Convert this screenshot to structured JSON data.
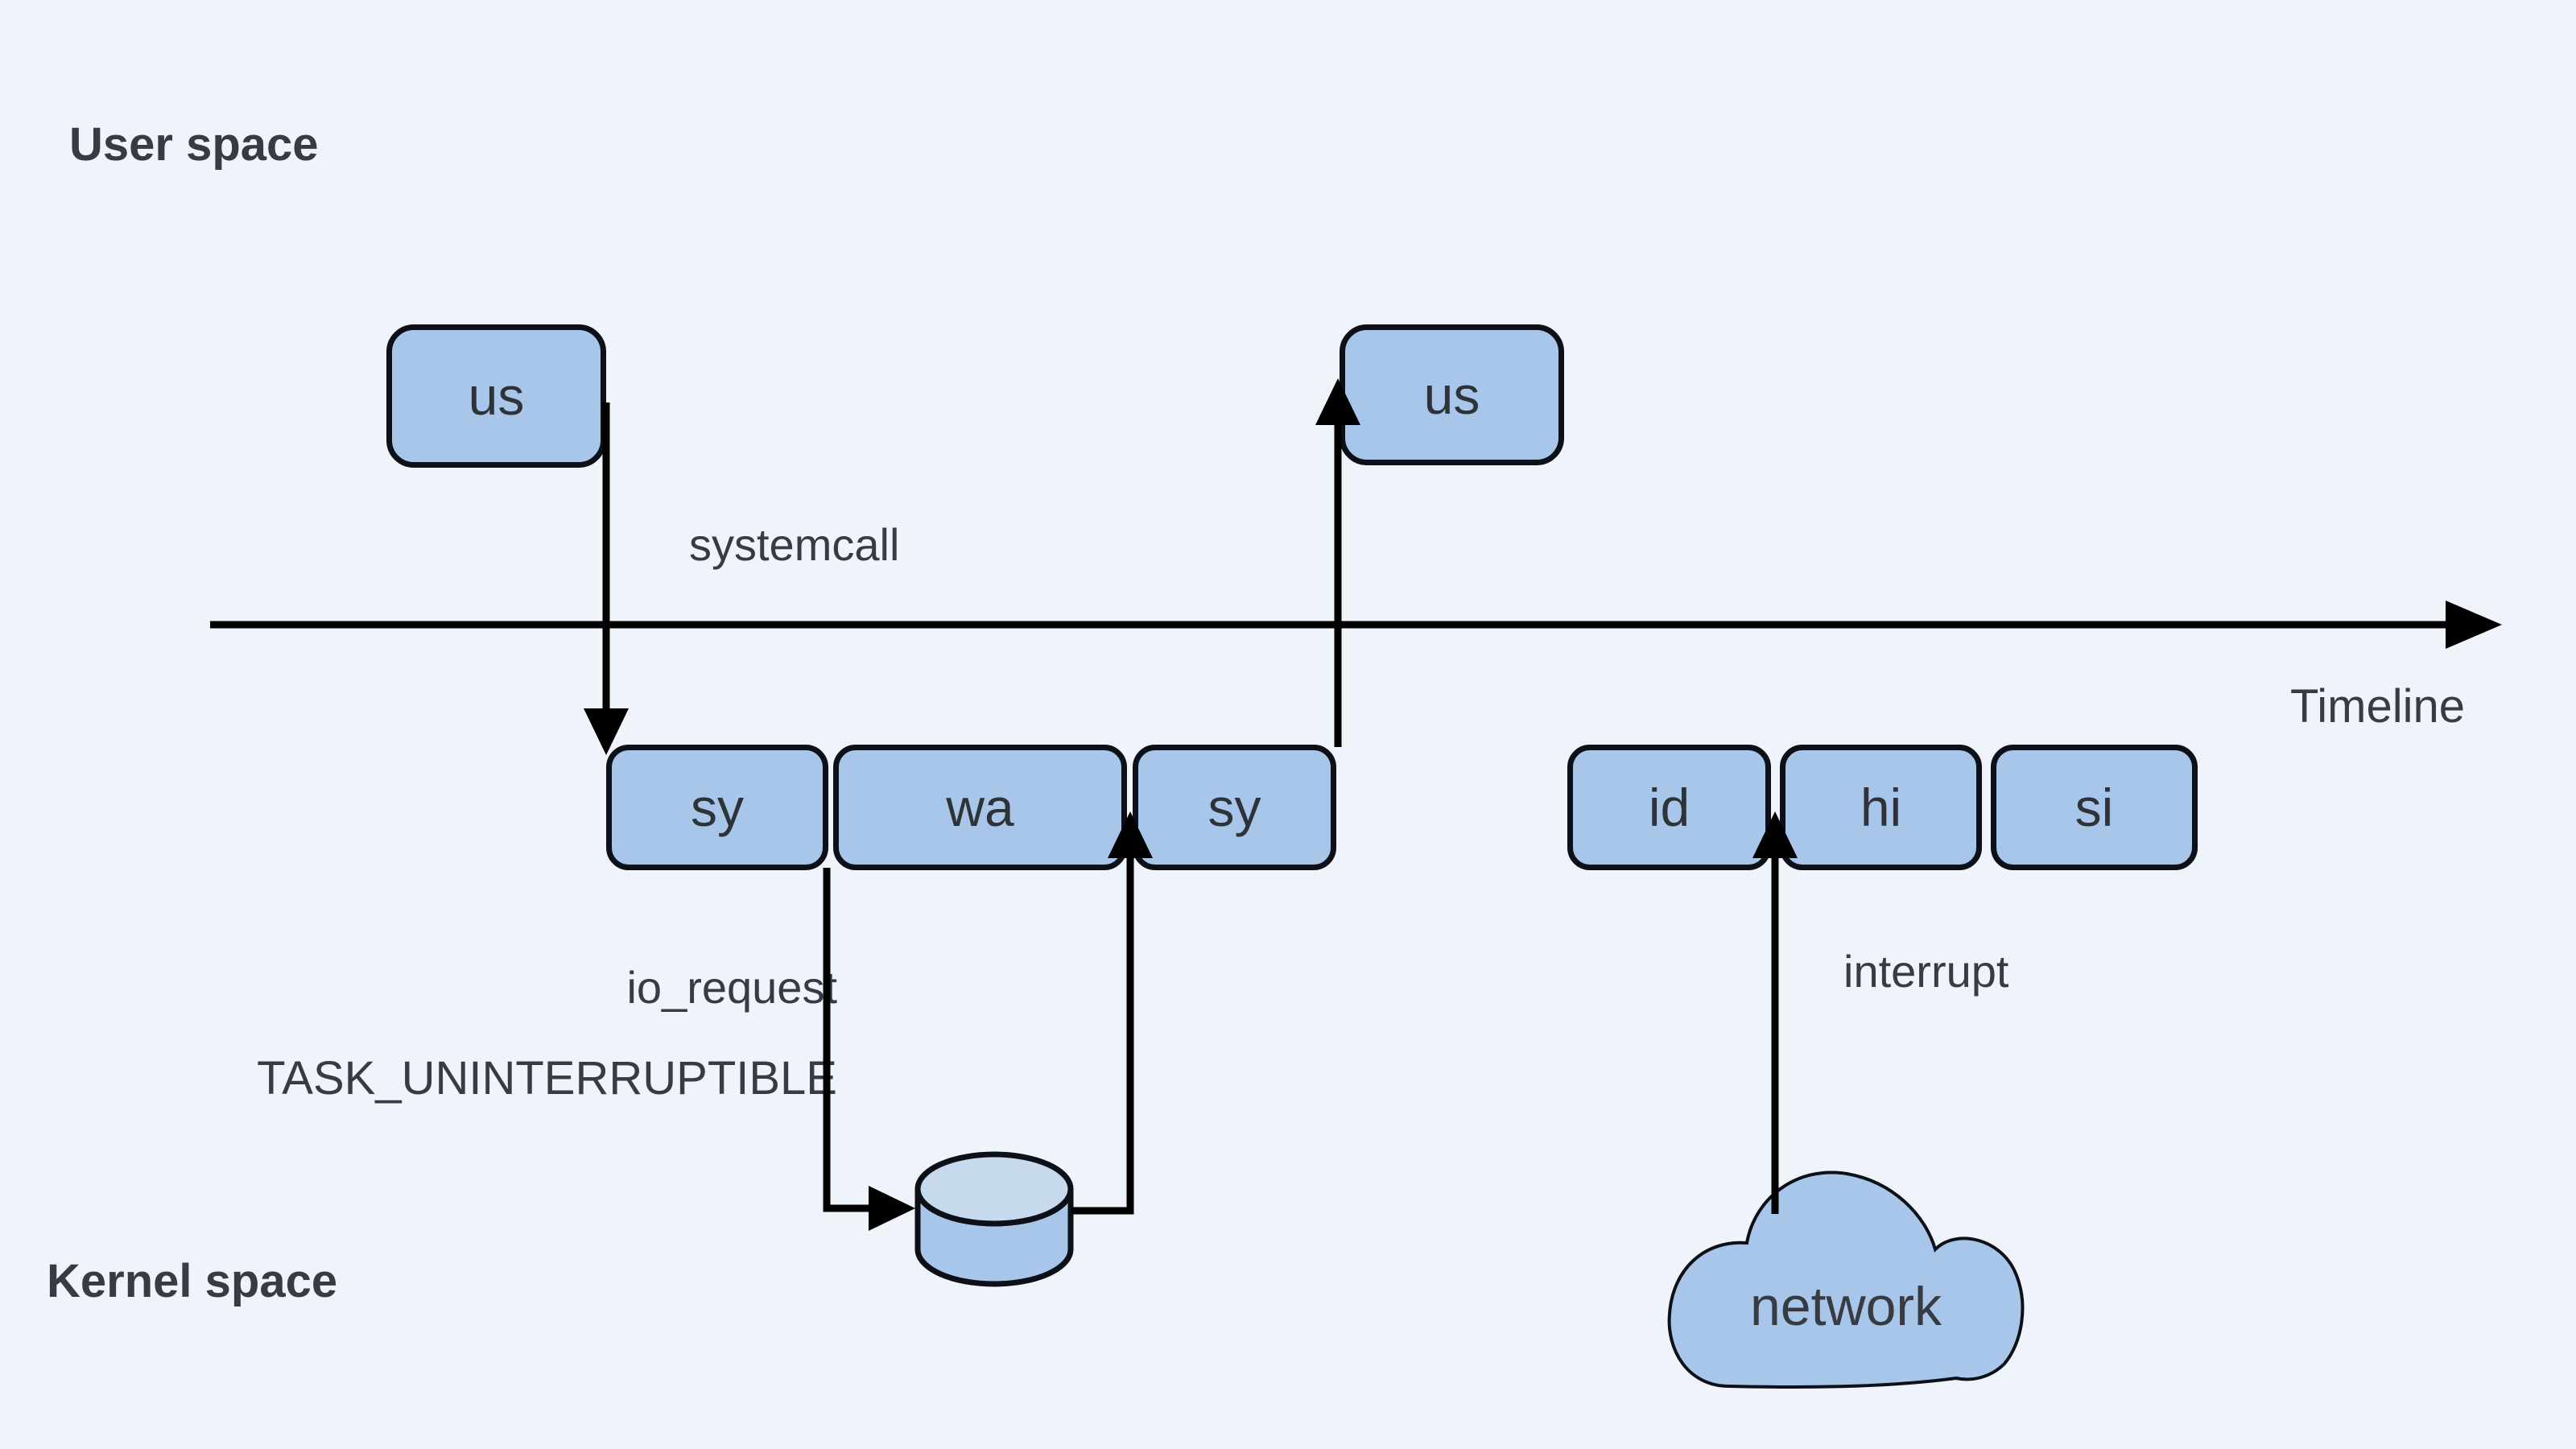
{
  "diagram": {
    "title_context": "process states across user space and kernel space over time",
    "labels": {
      "user_space": "User space",
      "kernel_space": "Kernel space",
      "timeline": "Timeline",
      "systemcall": "systemcall",
      "io_request": "io_request",
      "task_state": "TASK_UNINTERRUPTIBLE",
      "interrupt": "interrupt",
      "network": "network"
    },
    "boxes": {
      "user_row": [
        {
          "id": "us-1",
          "label": "us"
        },
        {
          "id": "us-2",
          "label": "us"
        }
      ],
      "kernel_row": [
        {
          "id": "sy-1",
          "label": "sy"
        },
        {
          "id": "wa",
          "label": "wa"
        },
        {
          "id": "sy-2",
          "label": "sy"
        },
        {
          "id": "id",
          "label": "id"
        },
        {
          "id": "hi",
          "label": "hi"
        },
        {
          "id": "si",
          "label": "si"
        }
      ]
    },
    "shapes": {
      "disk": "database-cylinder",
      "cloud": "network-cloud"
    },
    "colors": {
      "bg": "#eff3fa",
      "box-fill": "#a8c6e9",
      "box-border": "#0d1117",
      "disk-top": "#c7d9ed",
      "text": "#383c42",
      "line": "#000000"
    }
  }
}
